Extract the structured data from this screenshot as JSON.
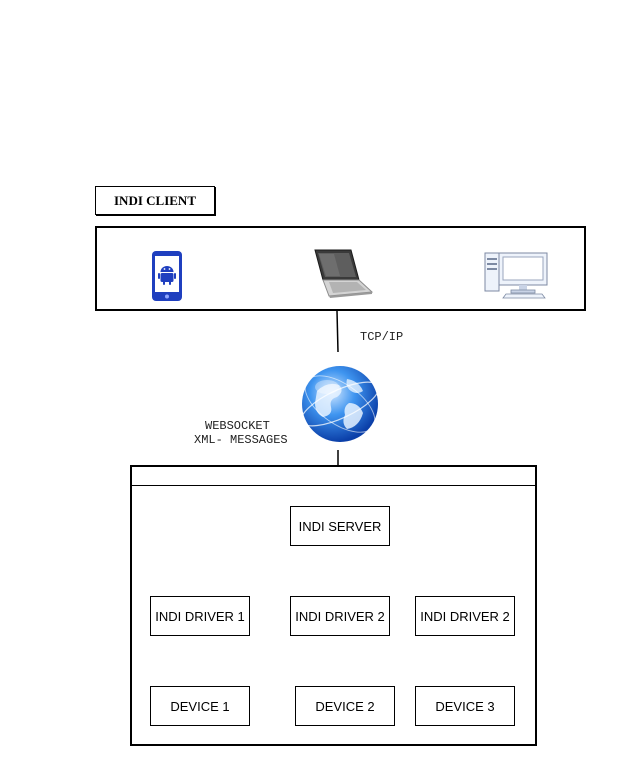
{
  "client": {
    "title": "INDI CLIENT",
    "devices": [
      {
        "icon": "android-phone-icon"
      },
      {
        "icon": "laptop-icon"
      },
      {
        "icon": "desktop-computer-icon"
      }
    ]
  },
  "connection": {
    "protocol": "TCP/IP",
    "transport_line1": "WEBSOCKET",
    "transport_line2": "XML- MESSAGES",
    "icon": "globe-network-icon"
  },
  "server": {
    "label": "INDI SERVER",
    "drivers": [
      "INDI DRIVER 1",
      "INDI DRIVER 2",
      "INDI DRIVER 2"
    ],
    "devices": [
      "DEVICE 1",
      "DEVICE 2",
      "DEVICE 3"
    ]
  },
  "colors": {
    "phone_blue": "#1f3fbf",
    "globe_blue": "#1e6fe0",
    "line": "#000000"
  }
}
